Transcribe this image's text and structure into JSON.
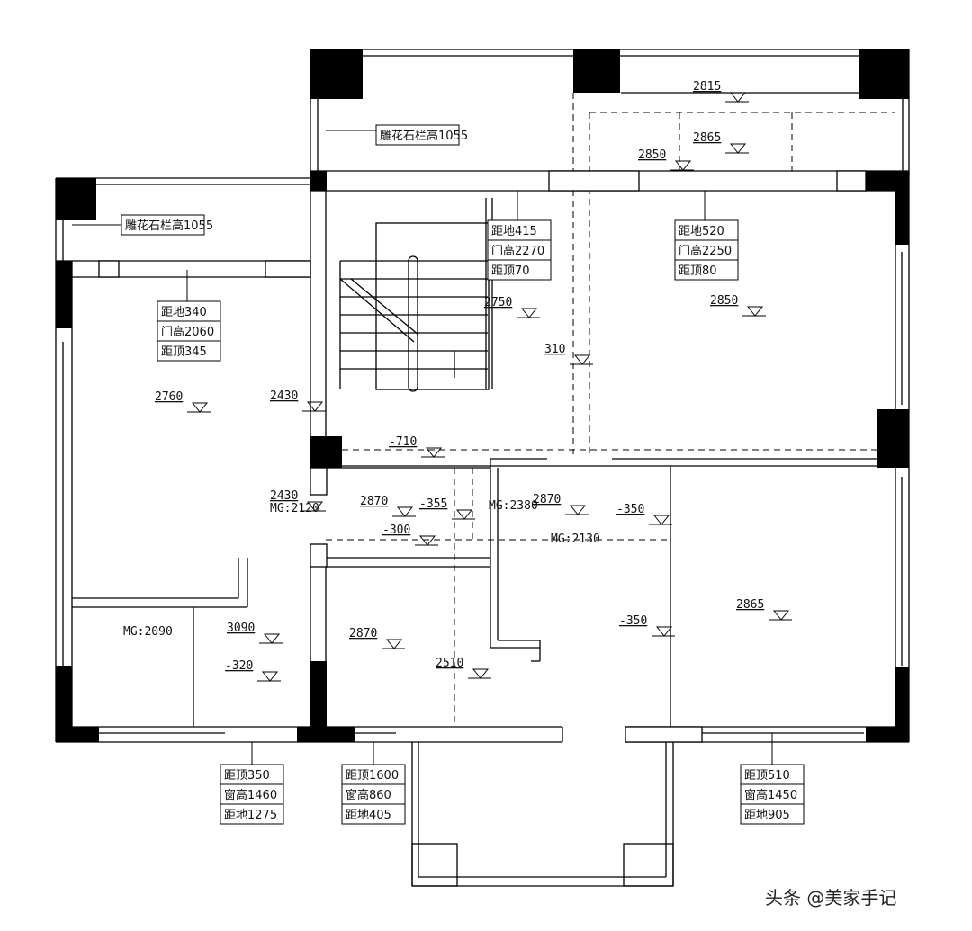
{
  "watermark": "头条 @美家手记",
  "railing_note_top": "雕花石栏高1055",
  "railing_note_left": "雕花石栏高1055",
  "door_tags": [
    {
      "lines": [
        "距地415",
        "门高2270",
        "距顶70"
      ]
    },
    {
      "lines": [
        "距地520",
        "门高2250",
        "距顶80"
      ]
    },
    {
      "lines": [
        "距地340",
        "门高2060",
        "距顶345"
      ]
    }
  ],
  "window_tags": [
    {
      "lines": [
        "距顶350",
        "窗高1460",
        "距地1275"
      ]
    },
    {
      "lines": [
        "距顶1600",
        "窗高860",
        "距地405"
      ]
    },
    {
      "lines": [
        "距顶510",
        "窗高1450",
        "距地905"
      ]
    }
  ],
  "levels": [
    "2815",
    "2865",
    "2850",
    "2750",
    "2850",
    "310",
    "2760",
    "2430",
    "-710",
    "2430",
    "2870",
    "-355",
    "2870",
    "-350",
    "-300",
    "3090",
    "2870",
    "-350",
    "2865",
    "2510",
    "-320"
  ],
  "mg_labels": [
    "MG:2120",
    "MG:2380",
    "MG:2130",
    "MG:2090"
  ]
}
